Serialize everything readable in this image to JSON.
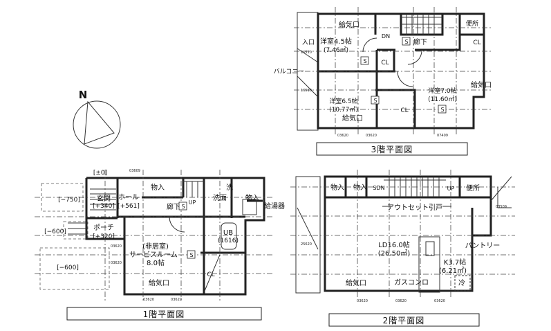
{
  "compass": {
    "label": "N"
  },
  "floor3": {
    "title": "3階平面図",
    "rooms": {
      "supply1": "給気口",
      "western45": "洋室4.5帖",
      "western45_area": "(7.46㎡)",
      "dn": "DN",
      "s1": "S",
      "hall": "廊下",
      "toilet": "便所",
      "cl1": "CL",
      "s2": "S",
      "cl2": "CL",
      "entrance": "入口",
      "balcony": "バルコニー",
      "supply2": "給気口",
      "western70": "洋室7.0帖",
      "western70_area": "(11.60㎡)",
      "western65": "洋室6.5帖",
      "western65_area": "(10.77㎡)",
      "s3": "S",
      "cl3": "CL",
      "s4": "S",
      "supply3": "給気口"
    },
    "dims": [
      "16510",
      "16510",
      "03620",
      "03620",
      "07409"
    ]
  },
  "floor1": {
    "title": "1階平面図",
    "rooms": {
      "level0": "[±0]",
      "storage1": "物入",
      "wash": "洗",
      "washroom": "洗面",
      "storage2": "物入",
      "water_heater": "給湯器",
      "level750": "[−750]",
      "genkan": "玄関",
      "genkan_level": "[+340]",
      "hall": "ホール",
      "hall_level": "[+561]",
      "up": "UP",
      "corridor": "廊下",
      "s1": "S",
      "level600a": "[−600]",
      "porch": "ポーチ",
      "porch_level": "[+320]",
      "ub": "UB",
      "ub_size": "(1616)",
      "non_living": "(非居室)",
      "service_room": "サービスルーム",
      "s2": "S",
      "service_size": "8.0帖",
      "level600b": "[−600]",
      "cl": "CL",
      "supply": "給気口"
    },
    "dims": [
      "03609",
      "03620",
      "03620",
      "03620",
      "03620"
    ]
  },
  "floor2": {
    "title": "2階平面図",
    "rooms": {
      "storage1": "物入",
      "storage2": "物入",
      "sdn": "SDN",
      "up": "UP",
      "toilet": "便所",
      "outset_door": "アウトセット引戸",
      "ld": "LD16.0帖",
      "ld_area": "(26.50㎡)",
      "pantry": "パントリー",
      "k": "K3.7帖",
      "k_area": "(6.21㎡)",
      "supply": "給気口",
      "gas_stove": "ガスコンロ",
      "fridge": "冷"
    },
    "dims": [
      "25620",
      "03620",
      "03620",
      "03620",
      "03509"
    ]
  }
}
